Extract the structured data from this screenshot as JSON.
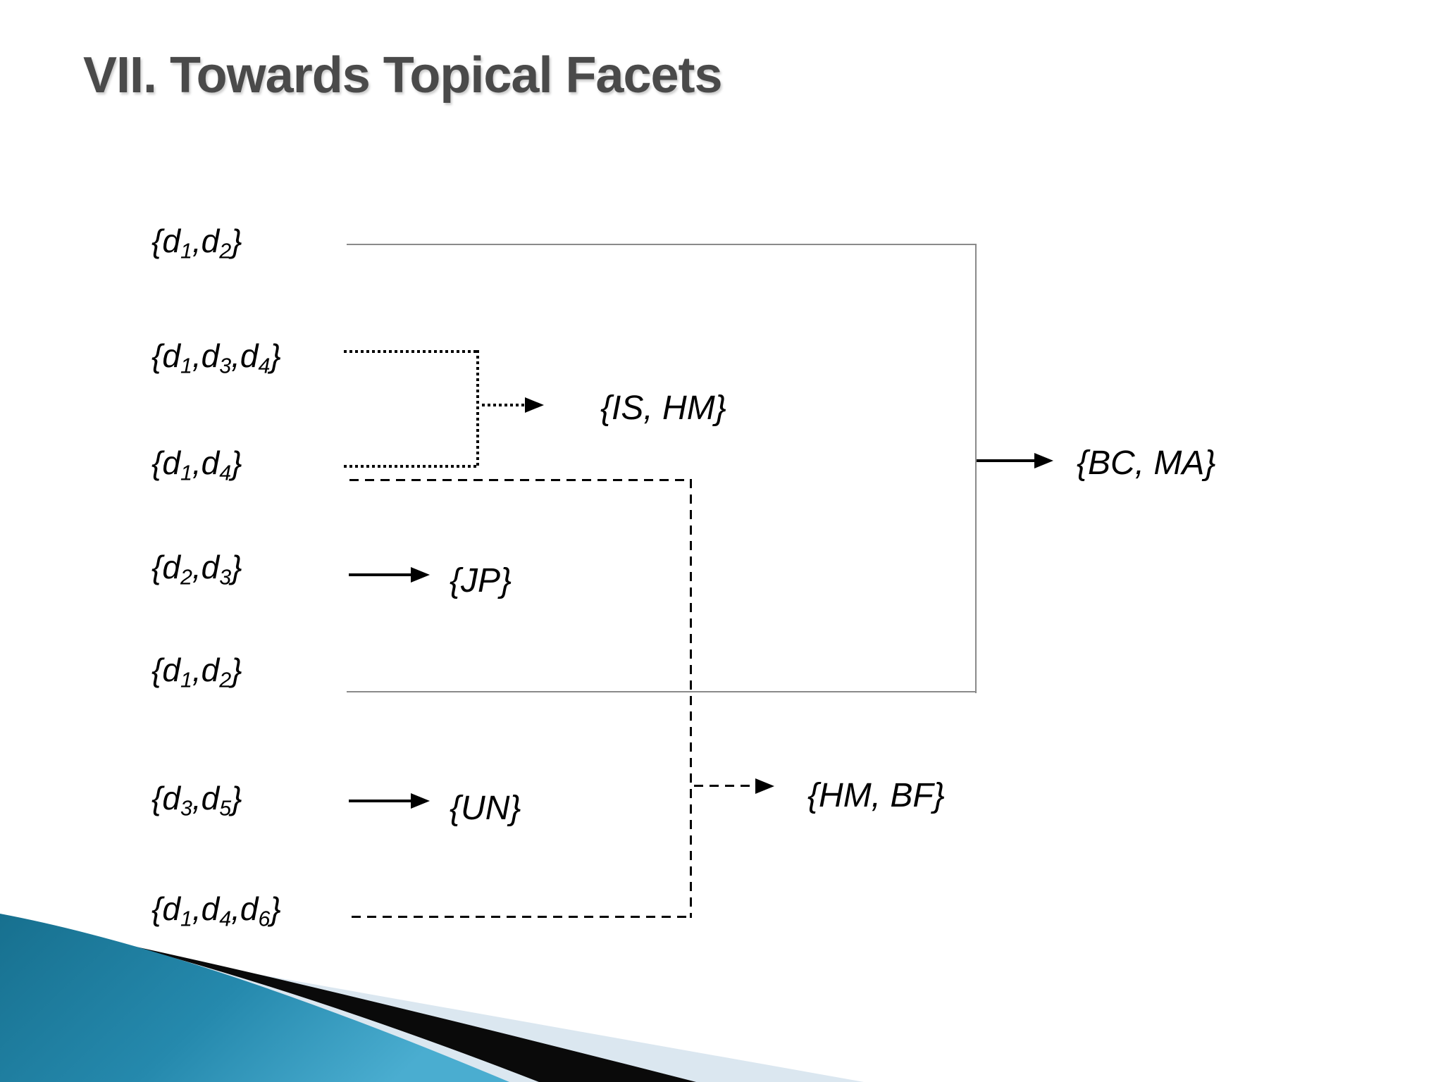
{
  "slide": {
    "title": "VII. Towards Topical Facets"
  },
  "diagram": {
    "doc_sets": [
      {
        "label": "{d_1,d_2}"
      },
      {
        "label": "{d_1,d_3,d_4}"
      },
      {
        "label": "{d_1,d_4}"
      },
      {
        "label": "{d_2,d_3}"
      },
      {
        "label": "{d_1,d_2}"
      },
      {
        "label": "{d_3,d_5}"
      },
      {
        "label": "{d_1,d_4,d_6}"
      }
    ],
    "facets": [
      {
        "label": "{IS, HM}"
      },
      {
        "label": "{BC, MA}"
      },
      {
        "label": "{JP}"
      },
      {
        "label": "{UN}"
      },
      {
        "label": "{HM, BF}"
      }
    ],
    "connections": [
      {
        "from": [
          "{d_1,d_2} (row 1)",
          "{d_1,d_2} (row 5)"
        ],
        "to": "{BC, MA}",
        "line_style": "thin-solid-bracket"
      },
      {
        "from": [
          "{d_1,d_3,d_4}",
          "{d_1,d_4}"
        ],
        "to": "{IS, HM}",
        "line_style": "dotted-bracket"
      },
      {
        "from": [
          "{d_2,d_3}"
        ],
        "to": "{JP}",
        "line_style": "solid-arrow"
      },
      {
        "from": [
          "{d_3,d_5}"
        ],
        "to": "{UN}",
        "line_style": "solid-arrow"
      },
      {
        "from": [
          "{d_1,d_4}",
          "{d_1,d_4,d_6}"
        ],
        "to": "{HM, BF}",
        "line_style": "dashed-bracket"
      }
    ]
  },
  "colors": {
    "title_text": "#4a4a4a",
    "diagram_text": "#000000",
    "thin_bracket_line": "#8a8a8a",
    "connector_black": "#000000",
    "decor_teal_dark": "#17708f",
    "decor_teal_mid": "#2589ad",
    "decor_teal_light": "#4aadd0",
    "decor_black": "#0a0a0a",
    "decor_pale_blue": "#dbe7f0"
  }
}
